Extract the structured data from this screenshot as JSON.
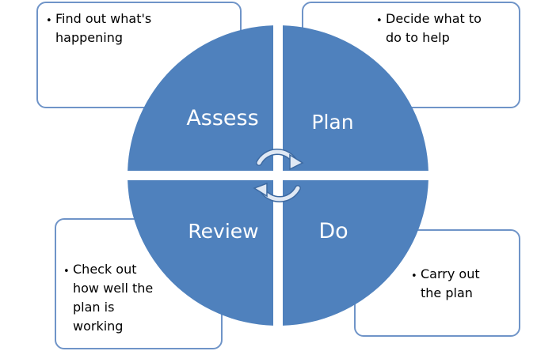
{
  "colors": {
    "quadrant_fill": "#4f81bd",
    "box_border": "#6f94c8",
    "label_text": "#ffffff"
  },
  "quadrants": {
    "assess": "Assess",
    "plan": "Plan",
    "review": "Review",
    "do": "Do"
  },
  "notes": {
    "assess": {
      "bullet": "•",
      "lines": [
        "Find out what's",
        "happening"
      ]
    },
    "plan": {
      "bullet": "•",
      "lines": [
        "Decide what to",
        "do to help"
      ]
    },
    "review": {
      "bullet": "•",
      "lines": [
        "Check out",
        "how well the",
        "plan is",
        "working"
      ]
    },
    "do": {
      "bullet": "•",
      "lines": [
        "Carry out",
        "the plan"
      ]
    }
  },
  "icons": {
    "cycle": "circular-arrows-icon"
  }
}
